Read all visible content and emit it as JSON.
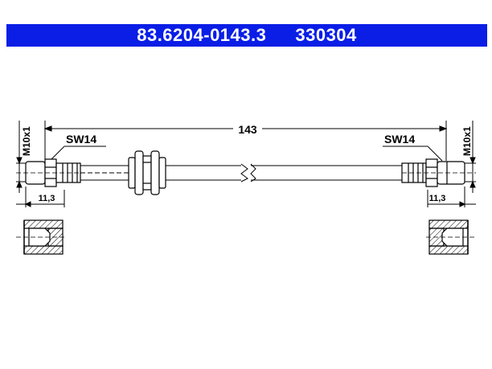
{
  "header": {
    "part_number": "83.6204-0143.3",
    "ref_number": "330304"
  },
  "drawing": {
    "length": "143",
    "wrench_size_left": "SW14",
    "wrench_size_right": "SW14",
    "thread_left": "M10x1",
    "thread_right": "M10x1",
    "fitting_depth_left": "11,3",
    "fitting_depth_right": "11,3"
  }
}
